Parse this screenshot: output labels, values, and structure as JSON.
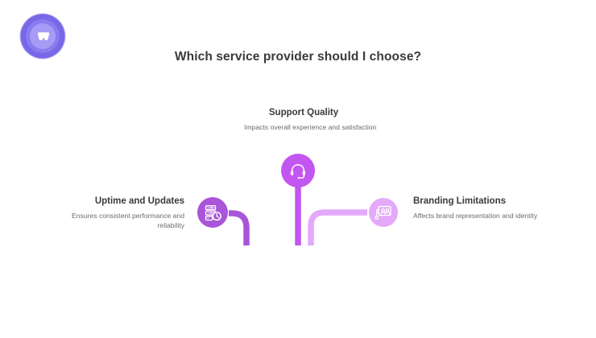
{
  "page": {
    "title": "Which service provider should I choose?",
    "background": "#ffffff"
  },
  "logo": {
    "name": "app-logo",
    "shape": "circular-badge",
    "colors": {
      "outer": "#6c5ce7",
      "mid": "#8a7bf0",
      "inner": "#a79bf5",
      "mark": "#ffffff"
    }
  },
  "diagram": {
    "type": "three-branch-tree",
    "nodes": [
      {
        "id": "uptime",
        "title": "Uptime and Updates",
        "description": "Ensures consistent performance and reliability",
        "icon": "server-clock-icon",
        "color": "#a855d8",
        "align": "right",
        "branch": "left"
      },
      {
        "id": "support",
        "title": "Support Quality",
        "description": "Impacts overall experience and satisfaction",
        "icon": "headset-icon",
        "color": "#c355f0",
        "align": "center",
        "branch": "center"
      },
      {
        "id": "branding",
        "title": "Branding Limitations",
        "description": "Affects brand representation and identity",
        "icon": "presentation-people-icon",
        "color": "#e4a9fb",
        "align": "left",
        "branch": "right"
      }
    ],
    "connector_colors": {
      "left": "#a855d8",
      "center": "#c355f0",
      "right": "#e4a9fb"
    }
  }
}
